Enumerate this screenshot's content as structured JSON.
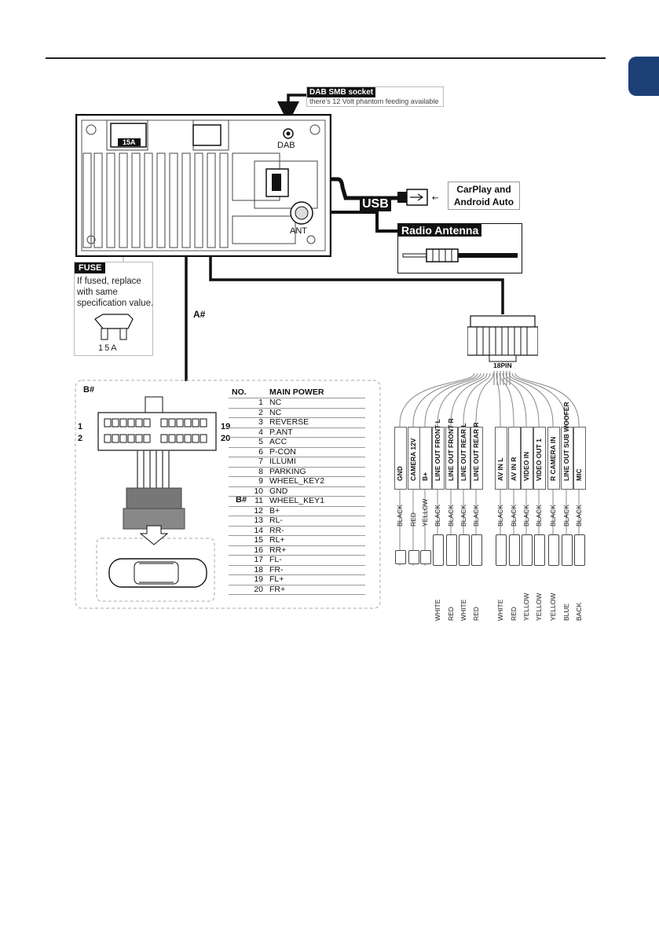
{
  "header": {
    "accent_color": "#1c3f77"
  },
  "dab": {
    "title": "DAB SMB socket",
    "note": "there's 12 Volt phantom feeding available",
    "panel_label": "DAB"
  },
  "unit": {
    "fuse_label": "15A",
    "ant_label": "ANT"
  },
  "usb": {
    "label": "USB",
    "carplay_line1": "CarPlay and",
    "carplay_line2": "Android Auto"
  },
  "radio": {
    "title": "Radio Antenna"
  },
  "fuse": {
    "title": "FUSE",
    "text": "If fused, replace with same specification value.",
    "value": "15A"
  },
  "connector_a": {
    "label": "A#"
  },
  "connector_18pin": {
    "label": "18PIN"
  },
  "connector_b": {
    "label": "B#",
    "side_label": "B#",
    "pin_markers": [
      "1",
      "19",
      "2",
      "20"
    ],
    "table_header": {
      "no": "NO.",
      "name": "MAIN POWER"
    },
    "pins": [
      {
        "no": "1",
        "name": "NC"
      },
      {
        "no": "2",
        "name": "NC"
      },
      {
        "no": "3",
        "name": "REVERSE"
      },
      {
        "no": "4",
        "name": "P.ANT"
      },
      {
        "no": "5",
        "name": "ACC"
      },
      {
        "no": "6",
        "name": "P-CON"
      },
      {
        "no": "7",
        "name": "ILLUMI"
      },
      {
        "no": "8",
        "name": "PARKING"
      },
      {
        "no": "9",
        "name": "WHEEL_KEY2"
      },
      {
        "no": "10",
        "name": "GND"
      },
      {
        "no": "11",
        "name": "WHEEL_KEY1"
      },
      {
        "no": "12",
        "name": "B+"
      },
      {
        "no": "13",
        "name": "RL-"
      },
      {
        "no": "14",
        "name": "RR-"
      },
      {
        "no": "15",
        "name": "RL+"
      },
      {
        "no": "16",
        "name": "RR+"
      },
      {
        "no": "17",
        "name": "FL-"
      },
      {
        "no": "18",
        "name": "FR-"
      },
      {
        "no": "19",
        "name": "FL+"
      },
      {
        "no": "20",
        "name": "FR+"
      }
    ]
  },
  "harness": {
    "cables": [
      {
        "label": "GND",
        "wire": "BLACK"
      },
      {
        "label": "CAMERA 12V",
        "wire": "RED"
      },
      {
        "label": "B+",
        "wire": "YELLOW"
      },
      {
        "label": "LINE OUT FRONT L",
        "wire": "BLACK",
        "plug": "WHITE"
      },
      {
        "label": "LINE OUT FRONT R",
        "wire": "BLACK",
        "plug": "RED"
      },
      {
        "label": "LINE OUT REAR L",
        "wire": "BLACK",
        "plug": "WHITE"
      },
      {
        "label": "LINE OUT REAR R",
        "wire": "BLACK",
        "plug": "RED"
      },
      {
        "label": "AV IN L",
        "wire": "BLACK",
        "plug": "WHITE"
      },
      {
        "label": "AV IN R",
        "wire": "BLACK",
        "plug": "RED"
      },
      {
        "label": "VIDEO IN",
        "wire": "BLACK",
        "plug": "YELLOW"
      },
      {
        "label": "VIDEO OUT 1",
        "wire": "BLACK",
        "plug": "YELLOW"
      },
      {
        "label": "R CAMERA IN",
        "wire": "BLACK",
        "plug": "YELLOW"
      },
      {
        "label": "LINE OUT SUB WOOFER",
        "wire": "BLACK",
        "plug": "BLUE"
      },
      {
        "label": "MIC",
        "wire": "BLACK",
        "plug": "BACK"
      }
    ]
  }
}
